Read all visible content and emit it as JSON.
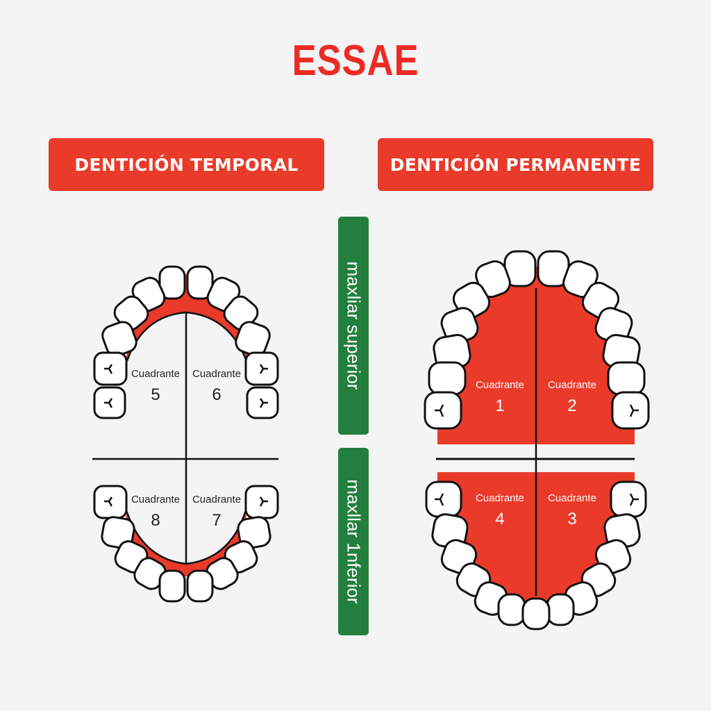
{
  "brand": {
    "logo": "ESSAE",
    "color": "#ee2a24"
  },
  "headers": {
    "temporal": "DENTICIÓN TEMPORAL",
    "permanente": "DENTICIÓN PERMANENTE"
  },
  "jaw_labels": {
    "superior": "maxliar superior",
    "inferior": "maxllar 1nferior"
  },
  "colors": {
    "red": "#ea3a2a",
    "green": "#237f3e",
    "background": "#f4f4f4"
  },
  "temporal": {
    "quadrants": [
      {
        "label": "Cuadrante",
        "number": "5"
      },
      {
        "label": "Cuadrante",
        "number": "6"
      },
      {
        "label": "Cuadrante",
        "number": "8"
      },
      {
        "label": "Cuadrante",
        "number": "7"
      }
    ]
  },
  "permanente": {
    "quadrants": [
      {
        "label": "Cuadrante",
        "number": "1"
      },
      {
        "label": "Cuadrante",
        "number": "2"
      },
      {
        "label": "Cuadrante",
        "number": "4"
      },
      {
        "label": "Cuadrante",
        "number": "3"
      }
    ]
  }
}
